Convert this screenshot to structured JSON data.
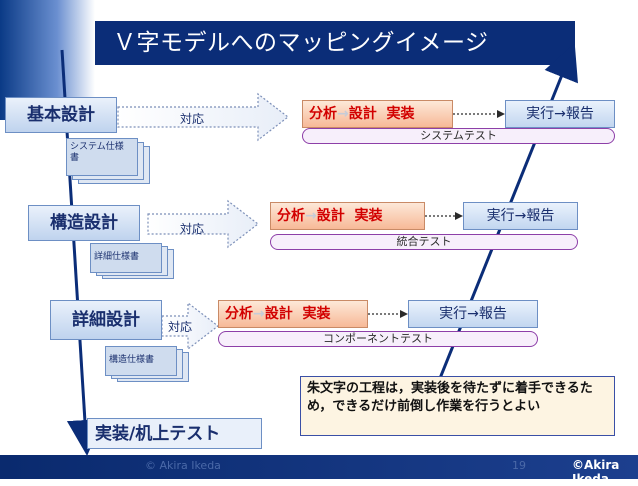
{
  "title": "Ｖ字モデルへのマッピングイメージ",
  "levels": [
    {
      "design_label": "基本設計",
      "doc_label": "システム仕様書",
      "taio_label": "対応",
      "phase": {
        "bunseki": "分析",
        "arrow": "→",
        "sekkei": "設計",
        "jisso": "実装"
      },
      "exec_label": "実行→報告",
      "test_label": "システムテスト"
    },
    {
      "design_label": "構造設計",
      "doc_label": "詳細仕様書",
      "taio_label": "対応",
      "phase": {
        "bunseki": "分析",
        "arrow": "→",
        "sekkei": "設計",
        "jisso": "実装"
      },
      "exec_label": "実行→報告",
      "test_label": "統合テスト"
    },
    {
      "design_label": "詳細設計",
      "doc_label": "構造仕様書",
      "taio_label": "対応",
      "phase": {
        "bunseki": "分析",
        "arrow": "→",
        "sekkei": "設計",
        "jisso": "実装"
      },
      "exec_label": "実行→報告",
      "test_label": "コンポーネントテスト"
    }
  ],
  "impl_label": "実装/机上テスト",
  "note": "朱文字の工程は，実装後を待たずに着手できるため，できるだけ前倒し作業を行うとよい",
  "footer": {
    "left": "© Akira Ikeda",
    "page": "19",
    "right": "©Akira Ikeda"
  },
  "colors": {
    "title_bg": "#0b2d78",
    "red_text": "#d20000",
    "phase_fill": "#f7b997",
    "exec_fill": "#c2d6f0",
    "pill_border": "#8d3fa8"
  }
}
